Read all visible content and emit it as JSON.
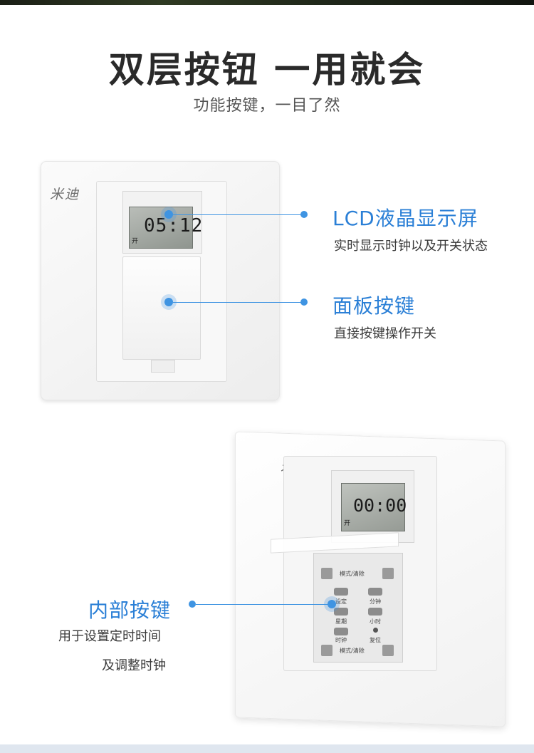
{
  "header": {
    "title": "双层按钮 一用就会",
    "subtitle": "功能按键，一目了然"
  },
  "panel_top": {
    "brand": "米迪",
    "lcd_time": "05:12",
    "lcd_status": "开"
  },
  "callouts": [
    {
      "title": "LCD液晶显示屏",
      "desc": "实时显示时钟以及开关状态"
    },
    {
      "title": "面板按键",
      "desc": "直接按键操作开关"
    }
  ],
  "panel_bottom": {
    "brand": "米迪",
    "lcd_time": "00:00",
    "lcd_status": "开",
    "keypad": {
      "mode_clear_top": "模式/清除",
      "set": "设定",
      "minute": "分钟",
      "weekday": "星期",
      "hour": "小时",
      "clock": "时钟",
      "reset": "复位",
      "mode_clear_bottom": "模式/清除"
    }
  },
  "inner_callout": {
    "title": "内部按键",
    "desc_line1": "用于设置定时时间",
    "desc_line2": "及调整时钟"
  },
  "colors": {
    "accent": "#3f94e2",
    "title_text": "#2a2a2a"
  }
}
